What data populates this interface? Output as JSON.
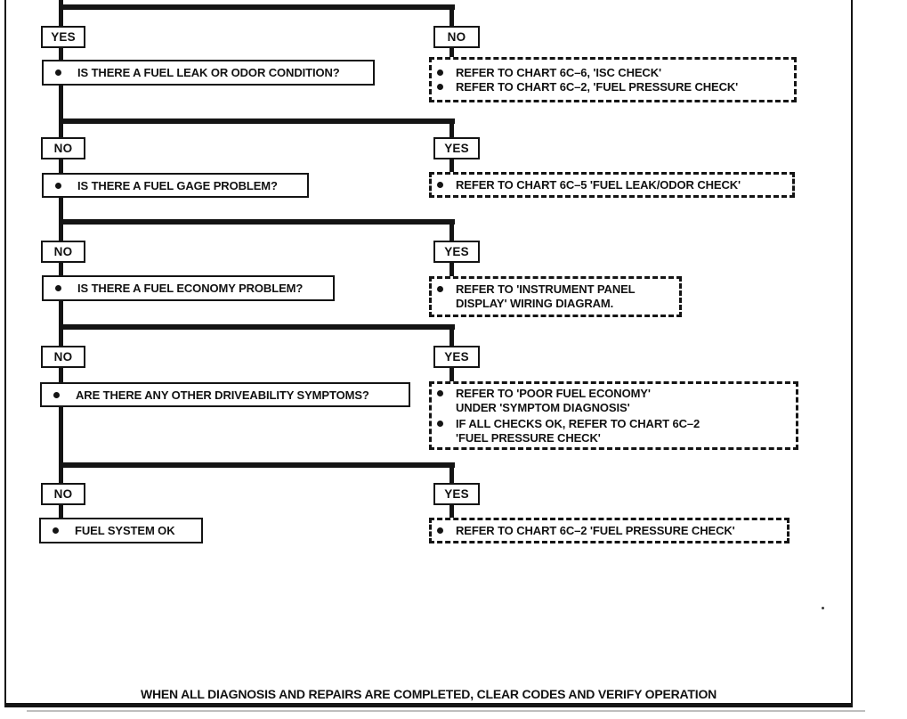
{
  "diagram": {
    "footer": "WHEN ALL DIAGNOSIS AND REPAIRS ARE COMPLETED, CLEAR CODES AND VERIFY OPERATION",
    "rows": [
      {
        "left": "YES",
        "right": "NO",
        "question": "IS THERE A FUEL LEAK OR ODOR CONDITION?",
        "actions": [
          "REFER TO CHART 6C–6, 'ISC CHECK'",
          "REFER TO CHART 6C–2, 'FUEL PRESSURE CHECK'"
        ]
      },
      {
        "left": "NO",
        "right": "YES",
        "question": "IS THERE A FUEL GAGE PROBLEM?",
        "actions": [
          "REFER TO CHART 6C–5 'FUEL LEAK/ODOR CHECK'"
        ]
      },
      {
        "left": "NO",
        "right": "YES",
        "question": "IS THERE A FUEL ECONOMY PROBLEM?",
        "actions": [
          "REFER TO 'INSTRUMENT PANEL\nDISPLAY' WIRING DIAGRAM."
        ]
      },
      {
        "left": "NO",
        "right": "YES",
        "question": "ARE THERE ANY OTHER DRIVEABILITY SYMPTOMS?",
        "actions": [
          "REFER TO 'POOR FUEL ECONOMY'\nUNDER 'SYMPTOM DIAGNOSIS'",
          "IF ALL CHECKS OK, REFER TO CHART 6C–2\n'FUEL PRESSURE CHECK'"
        ]
      },
      {
        "left": "NO",
        "right": "YES",
        "question": "FUEL SYSTEM OK",
        "actions": [
          "REFER TO CHART 6C–2 'FUEL PRESSURE CHECK'"
        ]
      }
    ]
  }
}
